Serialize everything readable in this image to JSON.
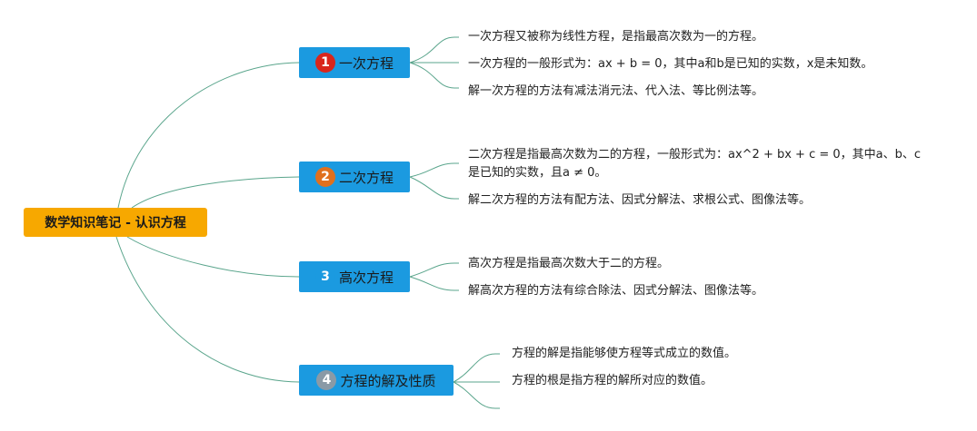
{
  "root": {
    "title": "数学知识笔记 - 认识方程"
  },
  "topics": [
    {
      "number": "1",
      "label": "一次方程",
      "badge_color": "#d9261c",
      "notes": [
        "一次方程又被称为线性方程，是指最高次数为一的方程。",
        "一次方程的一般形式为：ax + b = 0，其中a和b是已知的实数，x是未知数。",
        "解一次方程的方法有减法消元法、代入法、等比例法等。"
      ]
    },
    {
      "number": "2",
      "label": "二次方程",
      "badge_color": "#e0701e",
      "notes": [
        "二次方程是指最高次数为二的方程，一般形式为：ax^2 + bx + c = 0，其中a、b、c是已知的实数，且a ≠ 0。",
        "解二次方程的方法有配方法、因式分解法、求根公式、图像法等。"
      ]
    },
    {
      "number": "3",
      "label": "高次方程",
      "badge_color": "#1b9ae0",
      "notes": [
        "高次方程是指最高次数大于二的方程。",
        "解高次方程的方法有综合除法、因式分解法、图像法等。"
      ]
    },
    {
      "number": "4",
      "label": "方程的解及性质",
      "badge_color": "#8a9aa6",
      "notes": [
        "方程的解是指能够使方程等式成立的数值。",
        "方程的根是指方程的解所对应的数值。"
      ]
    }
  ],
  "colors": {
    "root": "#f7a800",
    "topic": "#1b9ae0",
    "link": "#5aa58c"
  }
}
